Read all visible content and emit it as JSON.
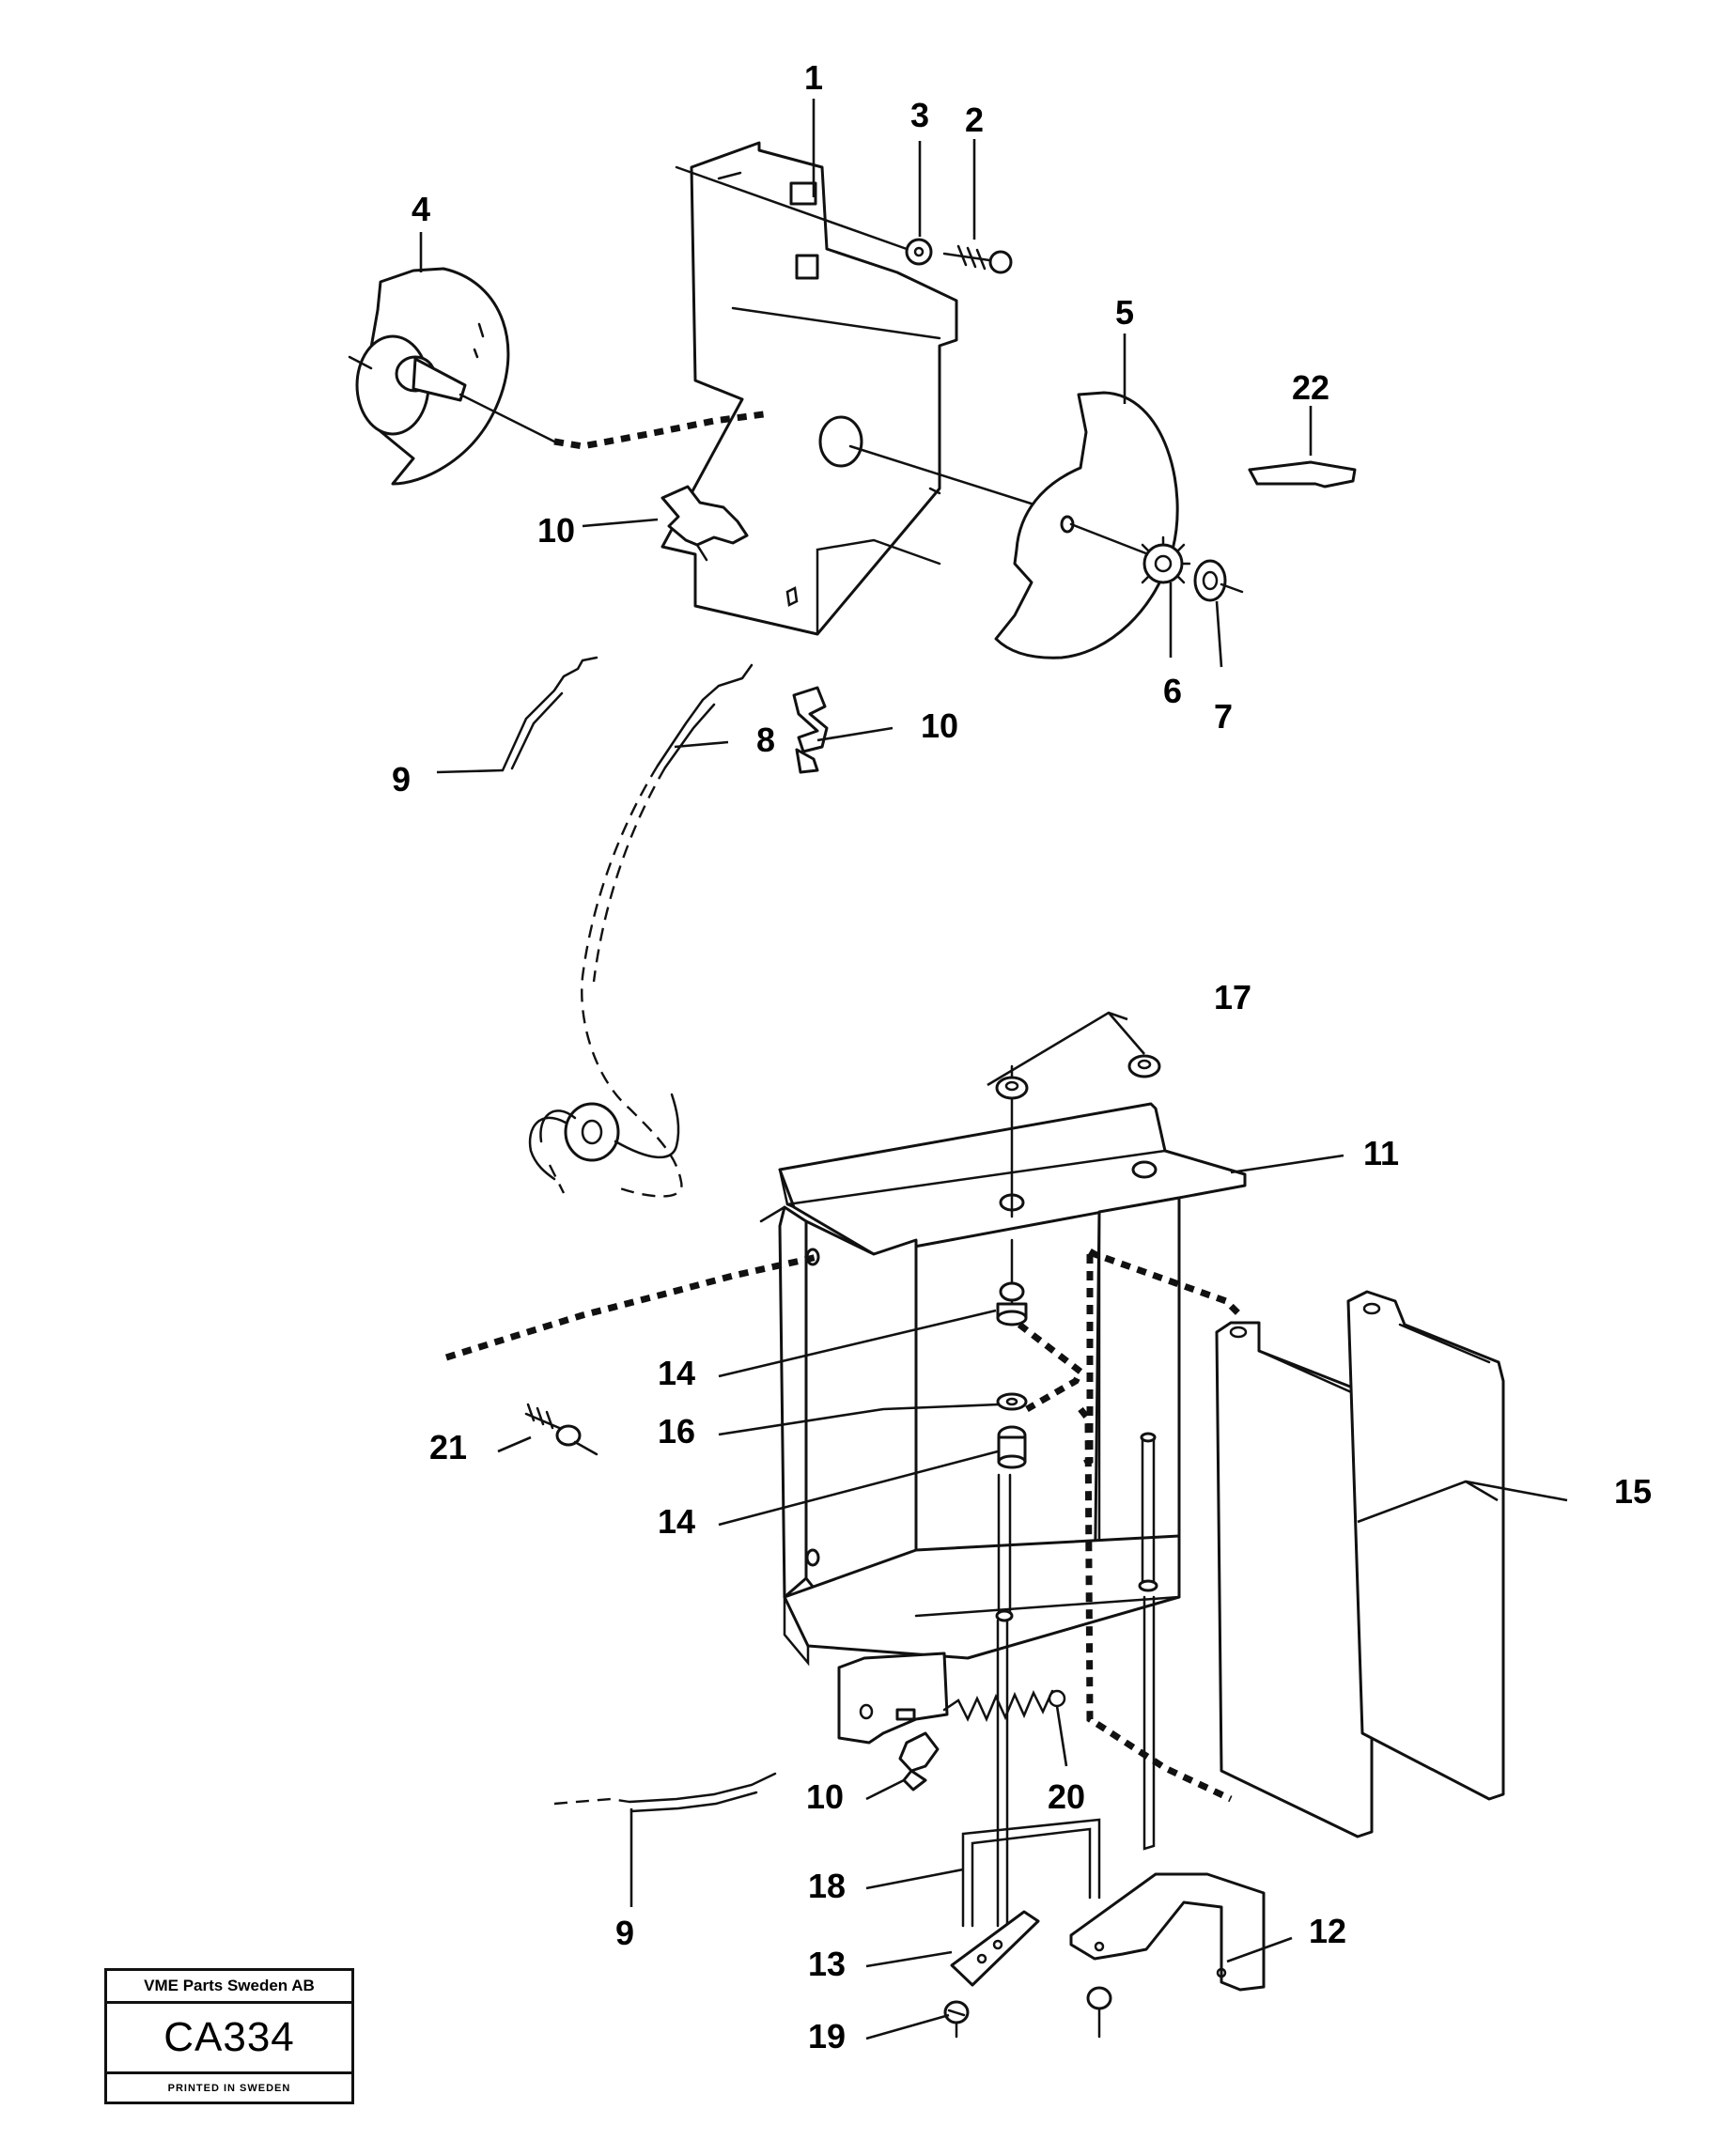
{
  "callouts": {
    "c1": "1",
    "c2": "2",
    "c3": "3",
    "c4": "4",
    "c5": "5",
    "c6": "6",
    "c7": "7",
    "c8": "8",
    "c9a": "9",
    "c9b": "9",
    "c10a": "10",
    "c10b": "10",
    "c10c": "10",
    "c11": "11",
    "c12": "12",
    "c13": "13",
    "c14a": "14",
    "c14b": "14",
    "c15": "15",
    "c16": "16",
    "c17": "17",
    "c18": "18",
    "c19": "19",
    "c20": "20",
    "c21": "21",
    "c22": "22"
  },
  "title_block": {
    "company": "VME Parts Sweden AB",
    "code": "CA334",
    "printed": "PRINTED IN SWEDEN"
  }
}
